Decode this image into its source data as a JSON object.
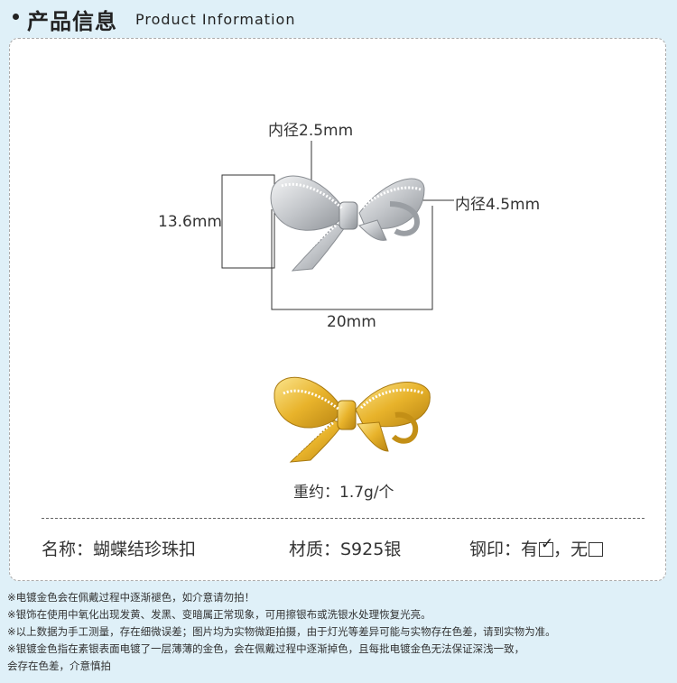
{
  "header": {
    "title_cn": "产品信息",
    "title_en": "Product Information"
  },
  "dimensions": {
    "inner_small": "内径2.5mm",
    "inner_large": "内径4.5mm",
    "height": "13.6mm",
    "width": "20mm"
  },
  "weight": "重约：1.7g/个",
  "specs": {
    "name": "名称：蝴蝶结珍珠扣",
    "material": "材质：S925银",
    "stamp_label": "钢印：有",
    "stamp_separator": "，无"
  },
  "notes": [
    "※电镀金色会在佩戴过程中逐渐褪色，如介意请勿拍！",
    "※银饰在使用中氧化出现发黄、发黑、变暗属正常现象，可用擦银布或洗银水处理恢复光亮。",
    "※以上数据为手工测量，存在细微误差；图片均为实物微距拍摄，由于灯光等差异可能与实物存在色差，请到实物为准。",
    "※银镀金色指在素银表面电镀了一层薄薄的金色，会在佩戴过程中逐渐掉色，且每批电镀金色无法保证深浅一致，"
  ],
  "notes_continuation": "会存在色差，介意慎拍",
  "colors": {
    "background": "#dff0f8",
    "card": "#ffffff",
    "silver": "#c9cbce",
    "gold": "#e8b830"
  },
  "icons": [
    "bow-clasp-silver-image",
    "bow-clasp-gold-image",
    "checked-box-icon",
    "empty-box-icon"
  ]
}
